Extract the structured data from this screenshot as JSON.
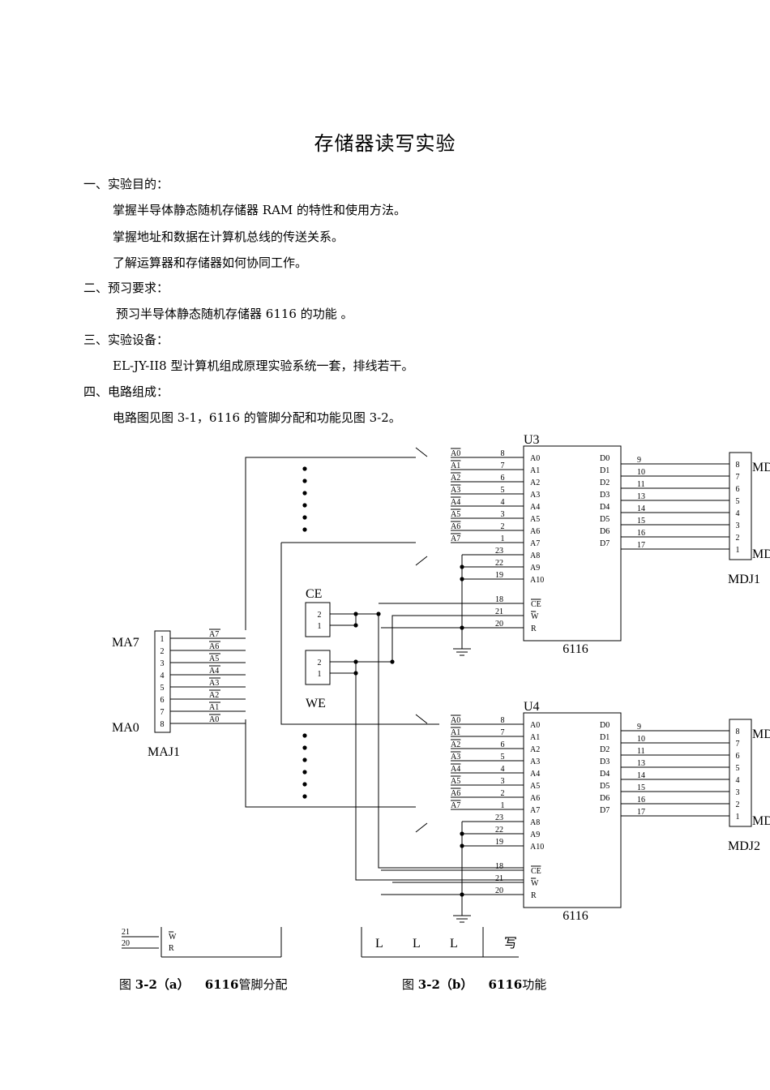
{
  "title": "存储器读写实验",
  "sections": [
    {
      "heading": "一、实验目的：",
      "items": [
        "掌握半导体静态随机存储器 RAM 的特性和使用方法。",
        "掌握地址和数据在计算机总线的传送关系。",
        "了解运算器和存储器如何协同工作。"
      ]
    },
    {
      "heading": "二、预习要求：",
      "items": [
        "预习半导体静态随机存储器 6116 的功能 。"
      ]
    },
    {
      "heading": "三、实验设备：",
      "items": [
        "EL-JY-II8 型计算机组成原理实验系统一套，排线若干。"
      ]
    },
    {
      "heading": "四、电路组成：",
      "items": [
        "电路图见图 3-1，6116 的管脚分配和功能见图 3-2。"
      ]
    }
  ],
  "diagram": {
    "chips": [
      {
        "ref": "U3",
        "part": "6116",
        "connector": "MDJ1",
        "data_label": "MD"
      },
      {
        "ref": "U4",
        "part": "6116",
        "connector": "MDJ2",
        "data_label": "MD"
      }
    ],
    "maj": {
      "name": "MAJ1",
      "top_label": "MA7",
      "bottom_label": "MA0",
      "pins": [
        "1",
        "2",
        "3",
        "4",
        "5",
        "6",
        "7",
        "8"
      ],
      "signals": [
        "A7",
        "A6",
        "A5",
        "A4",
        "A3",
        "A2",
        "A1",
        "A0"
      ]
    },
    "switches": [
      {
        "label": "CE",
        "pins": [
          "2",
          "1"
        ]
      },
      {
        "label": "WE",
        "pins": [
          "2",
          "1"
        ]
      }
    ],
    "addr_in": [
      "A0",
      "A1",
      "A2",
      "A3",
      "A4",
      "A5",
      "A6",
      "A7"
    ],
    "addr_pins": [
      "8",
      "7",
      "6",
      "5",
      "4",
      "3",
      "2",
      "1"
    ],
    "chip_left_pins": [
      "A0",
      "A1",
      "A2",
      "A3",
      "A4",
      "A5",
      "A6",
      "A7",
      "A8",
      "A9",
      "A10"
    ],
    "high_addr_pins": [
      "23",
      "22",
      "19"
    ],
    "ctrl_pins": [
      "18",
      "21",
      "20"
    ],
    "ctrl_names": [
      "CE",
      "W",
      "R"
    ],
    "data_pins_chip": [
      "D0",
      "D1",
      "D2",
      "D3",
      "D4",
      "D5",
      "D6",
      "D7"
    ],
    "data_pin_nums": [
      "9",
      "10",
      "11",
      "13",
      "14",
      "15",
      "16",
      "17"
    ],
    "mdj_pins": [
      "8",
      "7",
      "6",
      "5",
      "4",
      "3",
      "2",
      "1"
    ]
  },
  "fragment": {
    "pins": [
      "21",
      "20"
    ],
    "names": [
      "W",
      "R"
    ],
    "truth_marks": [
      "L",
      "L",
      "L"
    ],
    "truth_word": "写"
  },
  "captions": [
    {
      "prefix": "图 ",
      "num": "3-2（a）",
      "part": "6116",
      "text": "管脚分配"
    },
    {
      "prefix": "图 ",
      "num": "3-2（b）",
      "part": "6116",
      "text": "功能"
    }
  ]
}
